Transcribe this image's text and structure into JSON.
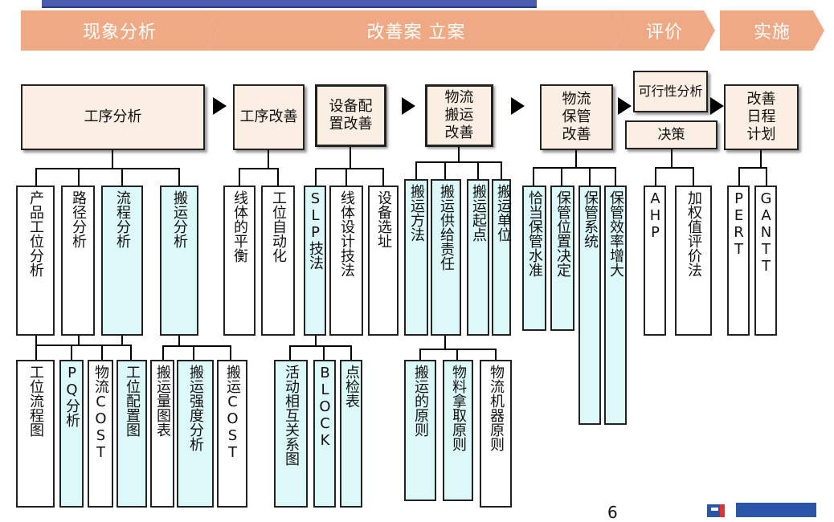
{
  "phases": [
    "现象分析",
    "改善案 立案",
    "评价",
    "实施"
  ],
  "colors": {
    "phase_fill": "#efaa85",
    "node_fill": "#fbeee3",
    "cyan_fill": "#dcf8f8"
  },
  "main": {
    "process_analysis": "工序分析",
    "process_improvement": "工序改善",
    "equipment_improvement": "设备配置改善",
    "logistics_handling": "物流搬运改善",
    "logistics_storage": "物流保管改善",
    "feasibility": "可行性分析",
    "decision": "决策",
    "schedule": "改善日程计划"
  },
  "level2": {
    "product_process": "产品工位分析",
    "route": "路径分析",
    "flow": "流程分析",
    "handling": "搬运分析",
    "line_balance": "线体的平衡",
    "automation": "工位自动化",
    "slp": "SLP技法",
    "line_design": "线体设计技法",
    "equipment_site": "设备选址",
    "handling_method": "搬运方法",
    "supply_duty": "搬运供给责任",
    "start_point": "搬运起点",
    "unit": "搬运单位",
    "proper_level": "恰当保管水准",
    "location": "保管位置决定",
    "system": "保管系统",
    "efficiency": "保管效率增大",
    "ahp": "AHP",
    "weighted": "加权值评价法",
    "pert": "PERT",
    "gantt": "GANTT"
  },
  "level3": {
    "flow_chart": "工位流程图",
    "pq": "PQ分析",
    "cost1": "物流COST",
    "layout": "工位配置图",
    "volume": "搬运量图表",
    "intensity": "搬运强度分析",
    "cost2": "搬运COST",
    "relation": "活动相互关系图",
    "block": "BLOCK",
    "checklist": "点检表",
    "principle": "搬运的原则",
    "pickup": "物料拿取原则",
    "machine": "物流机器原则"
  },
  "footer": {
    "page": "6"
  }
}
